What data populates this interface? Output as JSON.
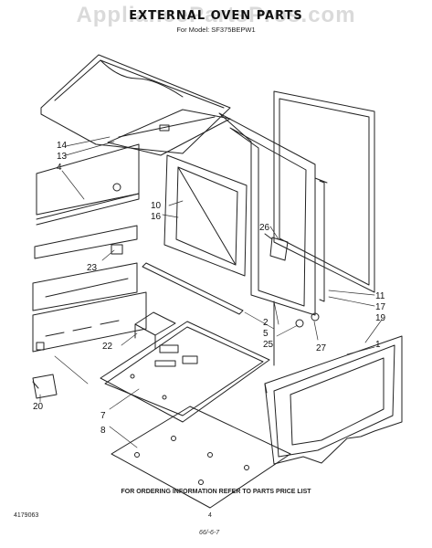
{
  "header": {
    "watermark": "AppliancePartsPros.com",
    "title": "EXTERNAL OVEN PARTS",
    "subtitle": "For Model: SF375BEPW1"
  },
  "diagram": {
    "callouts": [
      "14",
      "13",
      "4",
      "10",
      "16",
      "26",
      "23",
      "2",
      "5",
      "25",
      "22",
      "27",
      "11",
      "17",
      "19",
      "1",
      "7",
      "8",
      "20"
    ]
  },
  "footer": {
    "note": "FOR ORDERING INFORMATION REFER TO PARTS PRICE LIST",
    "doc_number": "4179063",
    "page_number": "4",
    "revision": "66/-6-7"
  }
}
